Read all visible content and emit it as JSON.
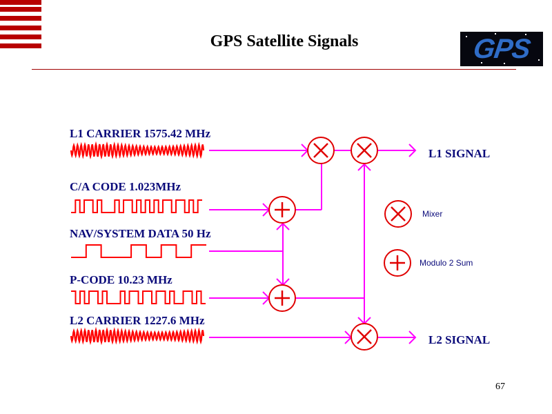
{
  "slide": {
    "title": "GPS Satellite Signals",
    "page_number": "67",
    "logo_text": "GPS"
  },
  "colors": {
    "stripe": "#b80000",
    "rule": "#a00000",
    "label": "#0a0a7a",
    "wire": "#ff00ff",
    "waveform": "#ff0000",
    "node": "#e00000",
    "logo_bg": "#06070f",
    "logo_text": "#2f6cc7"
  },
  "inputs": [
    {
      "id": "l1-carrier",
      "label": "L1 CARRIER 1575.42 MHz",
      "waveform": "sine"
    },
    {
      "id": "ca-code",
      "label": "C/A CODE 1.023MHz",
      "waveform": "square",
      "bits": [
        0,
        1,
        0,
        1,
        1,
        0,
        1,
        0,
        0,
        0,
        1,
        0,
        1,
        1,
        0,
        1,
        0,
        1,
        0,
        1,
        0,
        1,
        1,
        0,
        1,
        1,
        0,
        1,
        0,
        1
      ]
    },
    {
      "id": "nav-data",
      "label": "NAV/SYSTEM DATA 50 Hz",
      "waveform": "square",
      "bits": [
        0,
        1,
        0,
        0,
        1,
        0,
        1,
        0,
        1
      ]
    },
    {
      "id": "p-code",
      "label": "P-CODE 10.23 MHz",
      "waveform": "square",
      "bits": [
        1,
        0,
        1,
        0,
        1,
        1,
        0,
        1,
        0,
        0,
        0,
        1,
        0,
        1,
        1,
        0,
        1,
        1,
        0,
        1,
        1,
        0,
        1,
        0,
        0,
        1,
        1,
        0,
        1,
        0
      ]
    },
    {
      "id": "l2-carrier",
      "label": "L2 CARRIER 1227.6 MHz",
      "waveform": "sine"
    }
  ],
  "outputs": [
    {
      "id": "l1-signal",
      "label": "L1 SIGNAL"
    },
    {
      "id": "l2-signal",
      "label": "L2 SIGNAL"
    }
  ],
  "legend": [
    {
      "symbol": "mixer",
      "label": "Mixer"
    },
    {
      "symbol": "modulo-2-sum",
      "label": "Modulo 2 Sum"
    }
  ]
}
